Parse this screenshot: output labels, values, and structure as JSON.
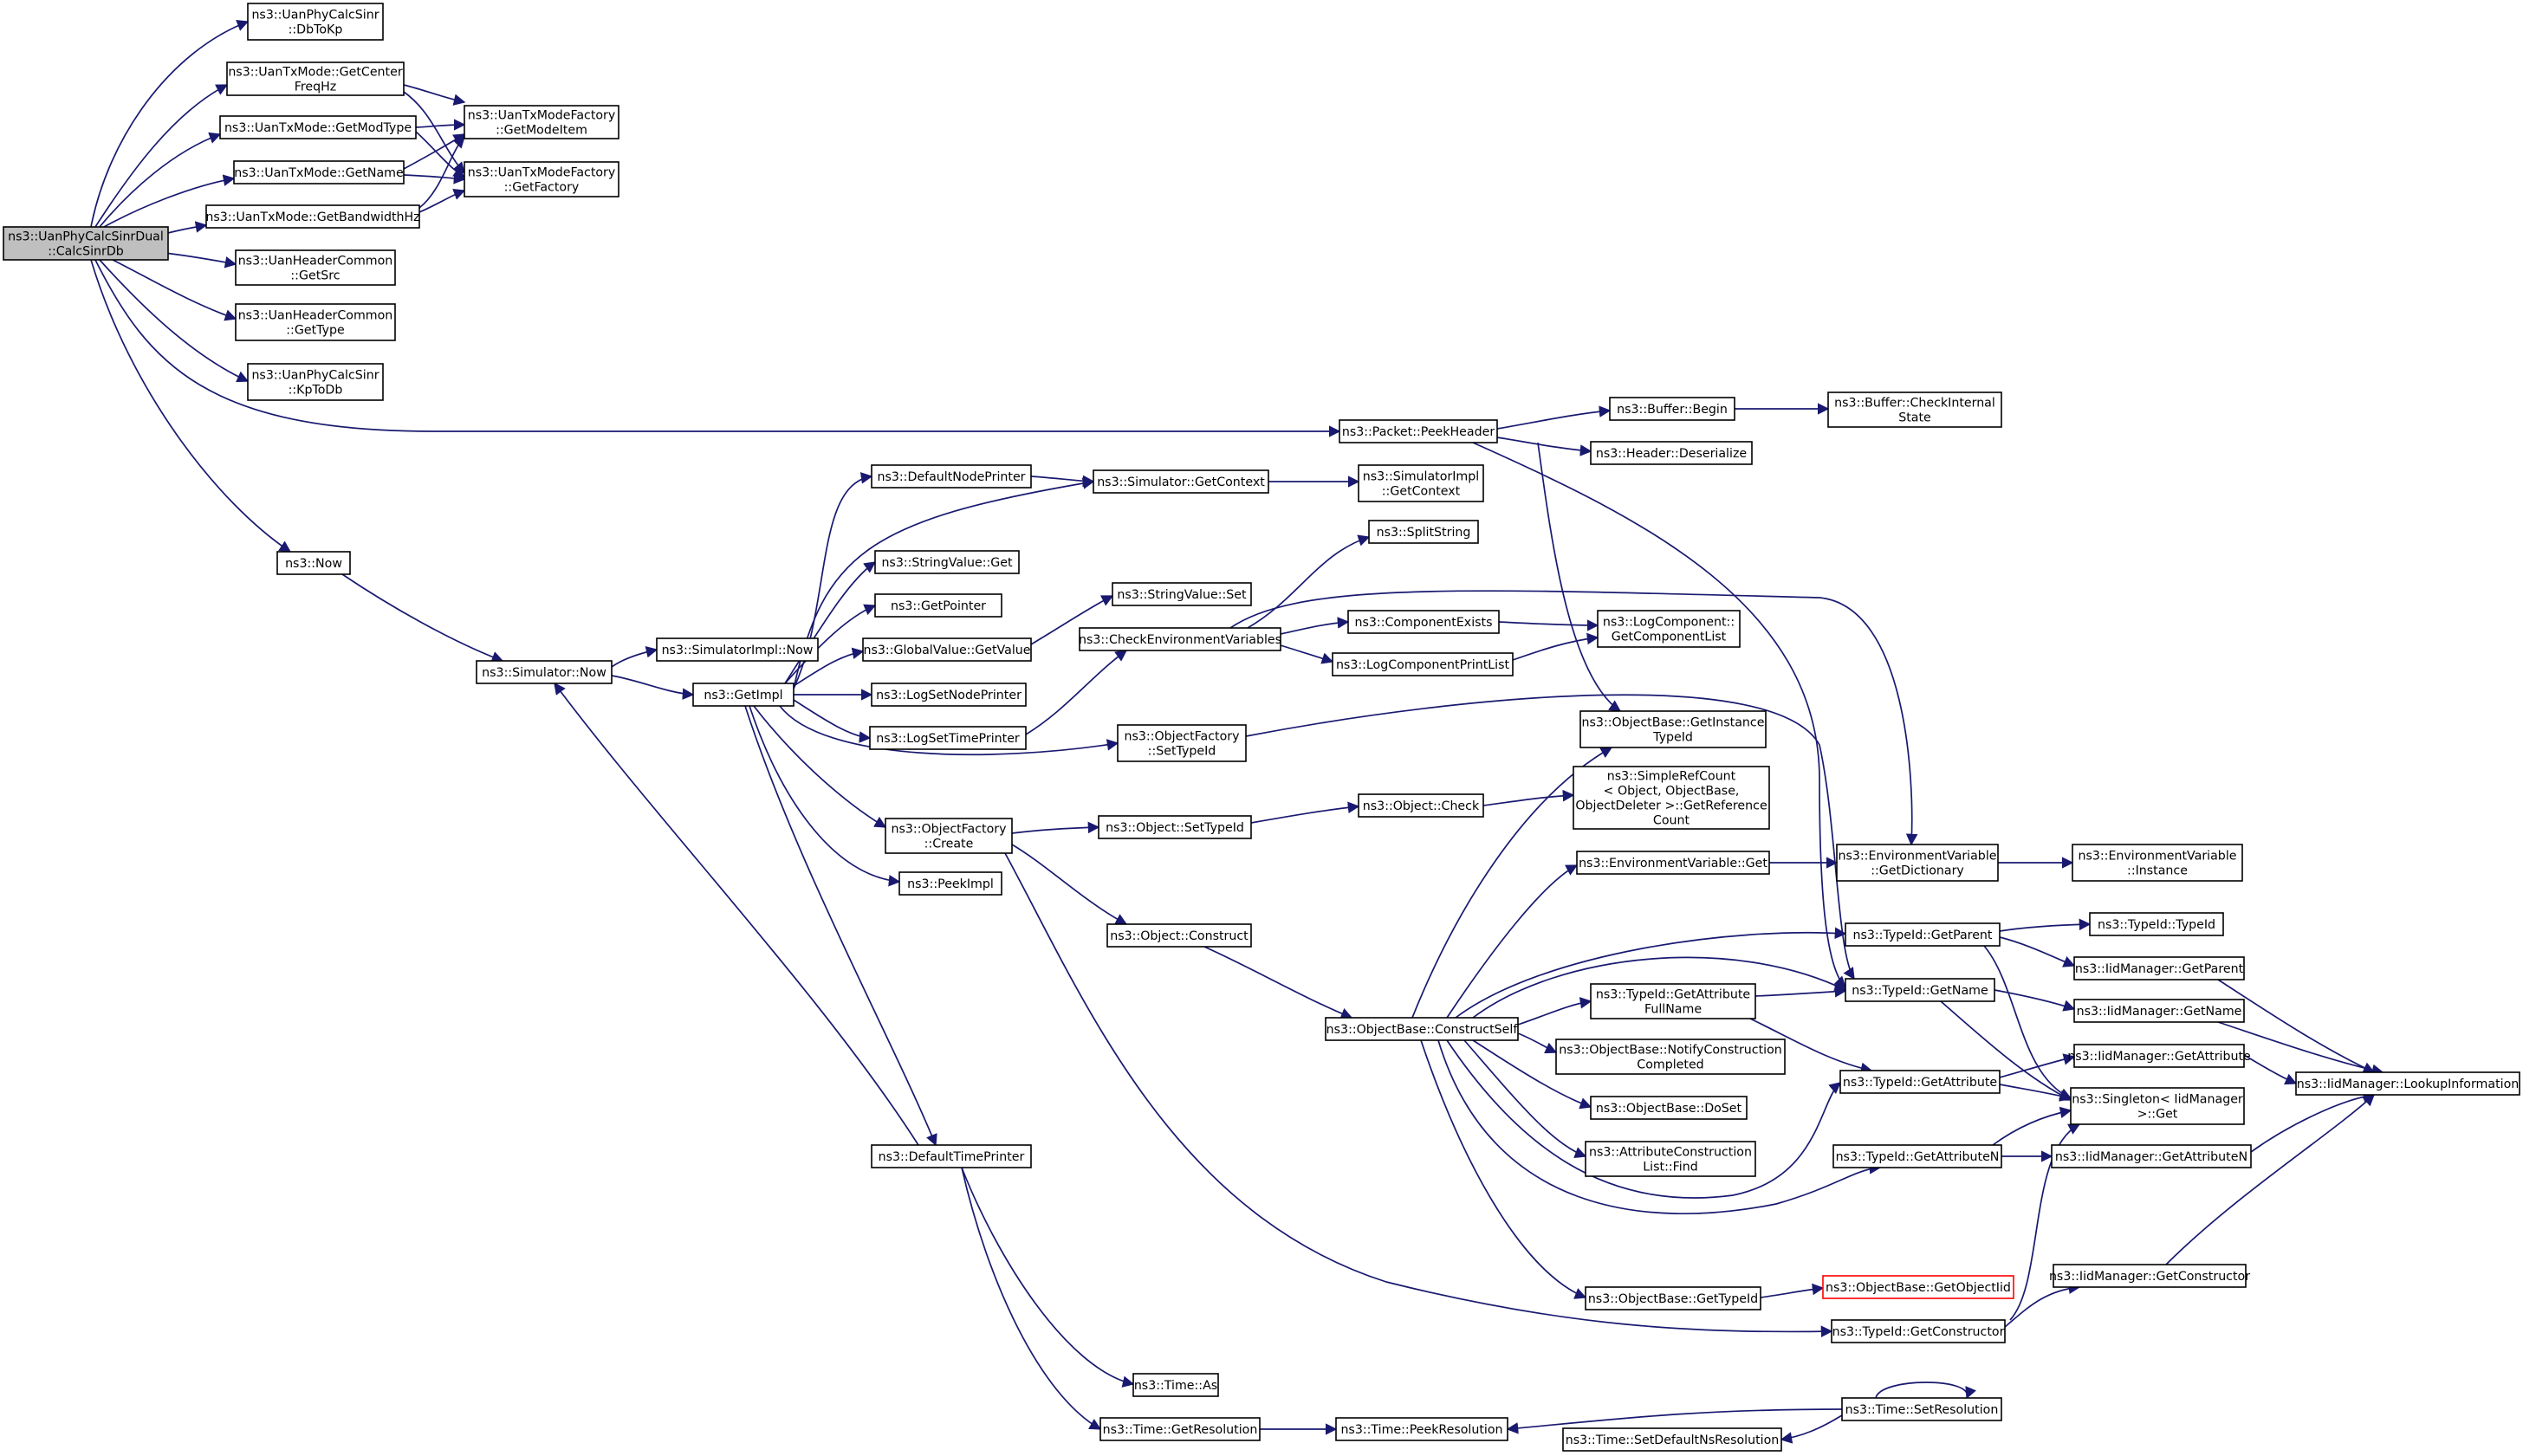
{
  "graph": {
    "root": "n0",
    "colors": {
      "edge": "#191970",
      "root_fill": "#bfbfbf",
      "node_border": "#000000",
      "missing_border": "#ff0000"
    },
    "nodes": [
      {
        "id": "n0",
        "lines": [
          "ns3::UanPhyCalcSinrDual",
          "::CalcSinrDb"
        ],
        "root": true
      },
      {
        "id": "n1",
        "lines": [
          "ns3::UanPhyCalcSinr",
          "::DbToKp"
        ]
      },
      {
        "id": "n2",
        "lines": [
          "ns3::UanTxMode::GetCenter",
          "FreqHz"
        ]
      },
      {
        "id": "n3",
        "lines": [
          "ns3::UanTxMode::GetModType"
        ]
      },
      {
        "id": "n4",
        "lines": [
          "ns3::UanTxMode::GetName"
        ]
      },
      {
        "id": "n5",
        "lines": [
          "ns3::UanTxMode::GetBandwidthHz"
        ]
      },
      {
        "id": "n6",
        "lines": [
          "ns3::UanTxModeFactory",
          "::GetModeItem"
        ]
      },
      {
        "id": "n7",
        "lines": [
          "ns3::UanTxModeFactory",
          "::GetFactory"
        ]
      },
      {
        "id": "n8",
        "lines": [
          "ns3::UanHeaderCommon",
          "::GetSrc"
        ]
      },
      {
        "id": "n9",
        "lines": [
          "ns3::UanHeaderCommon",
          "::GetType"
        ]
      },
      {
        "id": "n10",
        "lines": [
          "ns3::UanPhyCalcSinr",
          "::KpToDb"
        ]
      },
      {
        "id": "n11",
        "lines": [
          "ns3::Packet::PeekHeader"
        ]
      },
      {
        "id": "n12",
        "lines": [
          "ns3::Buffer::Begin"
        ]
      },
      {
        "id": "n13",
        "lines": [
          "ns3::Buffer::CheckInternal",
          "State"
        ]
      },
      {
        "id": "n14",
        "lines": [
          "ns3::Header::Deserialize"
        ]
      },
      {
        "id": "n15",
        "lines": [
          "ns3::Now"
        ]
      },
      {
        "id": "n16",
        "lines": [
          "ns3::Simulator::Now"
        ]
      },
      {
        "id": "n17",
        "lines": [
          "ns3::SimulatorImpl::Now"
        ]
      },
      {
        "id": "n18",
        "lines": [
          "ns3::GetImpl"
        ]
      },
      {
        "id": "n19",
        "lines": [
          "ns3::DefaultNodePrinter"
        ]
      },
      {
        "id": "n20",
        "lines": [
          "ns3::Simulator::GetContext"
        ]
      },
      {
        "id": "n21",
        "lines": [
          "ns3::SimulatorImpl",
          "::GetContext"
        ]
      },
      {
        "id": "n22",
        "lines": [
          "ns3::StringValue::Get"
        ]
      },
      {
        "id": "n23",
        "lines": [
          "ns3::GetPointer"
        ]
      },
      {
        "id": "n24",
        "lines": [
          "ns3::GlobalValue::GetValue"
        ]
      },
      {
        "id": "n25",
        "lines": [
          "ns3::LogSetNodePrinter"
        ]
      },
      {
        "id": "n26",
        "lines": [
          "ns3::LogSetTimePrinter"
        ]
      },
      {
        "id": "n27",
        "lines": [
          "ns3::StringValue::Set"
        ]
      },
      {
        "id": "n28",
        "lines": [
          "ns3::CheckEnvironmentVariables"
        ]
      },
      {
        "id": "n29",
        "lines": [
          "ns3::SplitString"
        ]
      },
      {
        "id": "n30",
        "lines": [
          "ns3::ComponentExists"
        ]
      },
      {
        "id": "n31",
        "lines": [
          "ns3::LogComponentPrintList"
        ]
      },
      {
        "id": "n32",
        "lines": [
          "ns3::LogComponent::",
          "GetComponentList"
        ]
      },
      {
        "id": "n33",
        "lines": [
          "ns3::ObjectFactory",
          "::SetTypeId"
        ]
      },
      {
        "id": "n34",
        "lines": [
          "ns3::ObjectBase::GetInstance",
          "TypeId"
        ]
      },
      {
        "id": "n35",
        "lines": [
          "ns3::ObjectFactory",
          "::Create"
        ]
      },
      {
        "id": "n36",
        "lines": [
          "ns3::Object::SetTypeId"
        ]
      },
      {
        "id": "n37",
        "lines": [
          "ns3::Object::Check"
        ]
      },
      {
        "id": "n38",
        "lines": [
          "ns3::SimpleRefCount",
          "< Object, ObjectBase,",
          "ObjectDeleter >::GetReference",
          "Count"
        ]
      },
      {
        "id": "n39",
        "lines": [
          "ns3::PeekImpl"
        ]
      },
      {
        "id": "n40",
        "lines": [
          "ns3::Object::Construct"
        ]
      },
      {
        "id": "n41",
        "lines": [
          "ns3::ObjectBase::ConstructSelf"
        ]
      },
      {
        "id": "n42",
        "lines": [
          "ns3::EnvironmentVariable::Get"
        ]
      },
      {
        "id": "n43",
        "lines": [
          "ns3::EnvironmentVariable",
          "::GetDictionary"
        ]
      },
      {
        "id": "n44",
        "lines": [
          "ns3::EnvironmentVariable",
          "::Instance"
        ]
      },
      {
        "id": "n45",
        "lines": [
          "ns3::TypeId::GetParent"
        ]
      },
      {
        "id": "n46",
        "lines": [
          "ns3::TypeId::TypeId"
        ]
      },
      {
        "id": "n47",
        "lines": [
          "ns3::IidManager::GetParent"
        ]
      },
      {
        "id": "n48",
        "lines": [
          "ns3::TypeId::GetName"
        ]
      },
      {
        "id": "n49",
        "lines": [
          "ns3::IidManager::GetName"
        ]
      },
      {
        "id": "n50",
        "lines": [
          "ns3::TypeId::GetAttribute",
          "FullName"
        ]
      },
      {
        "id": "n51",
        "lines": [
          "ns3::ObjectBase::NotifyConstruction",
          "Completed"
        ]
      },
      {
        "id": "n52",
        "lines": [
          "ns3::IidManager::GetAttribute"
        ]
      },
      {
        "id": "n53",
        "lines": [
          "ns3::TypeId::GetAttribute"
        ]
      },
      {
        "id": "n54",
        "lines": [
          "ns3::Singleton< IidManager",
          ">::Get"
        ]
      },
      {
        "id": "n55",
        "lines": [
          "ns3::IidManager::LookupInformation"
        ]
      },
      {
        "id": "n56",
        "lines": [
          "ns3::ObjectBase::DoSet"
        ]
      },
      {
        "id": "n57",
        "lines": [
          "ns3::DefaultTimePrinter"
        ]
      },
      {
        "id": "n58",
        "lines": [
          "ns3::AttributeConstruction",
          "List::Find"
        ]
      },
      {
        "id": "n59",
        "lines": [
          "ns3::TypeId::GetAttributeN"
        ]
      },
      {
        "id": "n60",
        "lines": [
          "ns3::IidManager::GetAttributeN"
        ]
      },
      {
        "id": "n61",
        "lines": [
          "ns3::IidManager::GetConstructor"
        ]
      },
      {
        "id": "n62",
        "lines": [
          "ns3::ObjectBase::GetTypeId"
        ]
      },
      {
        "id": "n63",
        "lines": [
          "ns3::ObjectBase::GetObjectIid"
        ],
        "missing": true
      },
      {
        "id": "n64",
        "lines": [
          "ns3::TypeId::GetConstructor"
        ]
      },
      {
        "id": "n65",
        "lines": [
          "ns3::Time::As"
        ]
      },
      {
        "id": "n66",
        "lines": [
          "ns3::Time::GetResolution"
        ]
      },
      {
        "id": "n67",
        "lines": [
          "ns3::Time::PeekResolution"
        ]
      },
      {
        "id": "n68",
        "lines": [
          "ns3::Time::SetResolution"
        ]
      },
      {
        "id": "n69",
        "lines": [
          "ns3::Time::SetDefaultNsResolution"
        ]
      }
    ],
    "edges": [
      [
        "n0",
        "n1"
      ],
      [
        "n0",
        "n2"
      ],
      [
        "n0",
        "n3"
      ],
      [
        "n0",
        "n4"
      ],
      [
        "n0",
        "n5"
      ],
      [
        "n0",
        "n8"
      ],
      [
        "n0",
        "n9"
      ],
      [
        "n0",
        "n10"
      ],
      [
        "n0",
        "n11"
      ],
      [
        "n0",
        "n15"
      ],
      [
        "n2",
        "n6"
      ],
      [
        "n2",
        "n7"
      ],
      [
        "n3",
        "n6"
      ],
      [
        "n3",
        "n7"
      ],
      [
        "n4",
        "n6"
      ],
      [
        "n4",
        "n7"
      ],
      [
        "n5",
        "n6"
      ],
      [
        "n5",
        "n7"
      ],
      [
        "n11",
        "n12"
      ],
      [
        "n11",
        "n14"
      ],
      [
        "n11",
        "n34"
      ],
      [
        "n11",
        "n48"
      ],
      [
        "n12",
        "n13"
      ],
      [
        "n15",
        "n16"
      ],
      [
        "n16",
        "n17"
      ],
      [
        "n16",
        "n18"
      ],
      [
        "n18",
        "n19"
      ],
      [
        "n18",
        "n20"
      ],
      [
        "n18",
        "n22"
      ],
      [
        "n18",
        "n23"
      ],
      [
        "n18",
        "n24"
      ],
      [
        "n18",
        "n25"
      ],
      [
        "n18",
        "n26"
      ],
      [
        "n18",
        "n33"
      ],
      [
        "n18",
        "n35"
      ],
      [
        "n18",
        "n39"
      ],
      [
        "n18",
        "n57"
      ],
      [
        "n19",
        "n20"
      ],
      [
        "n20",
        "n21"
      ],
      [
        "n24",
        "n27"
      ],
      [
        "n26",
        "n28"
      ],
      [
        "n28",
        "n29"
      ],
      [
        "n28",
        "n30"
      ],
      [
        "n28",
        "n31"
      ],
      [
        "n28",
        "n43"
      ],
      [
        "n30",
        "n32"
      ],
      [
        "n31",
        "n32"
      ],
      [
        "n33",
        "n48"
      ],
      [
        "n35",
        "n36"
      ],
      [
        "n35",
        "n40"
      ],
      [
        "n35",
        "n64"
      ],
      [
        "n36",
        "n37"
      ],
      [
        "n37",
        "n38"
      ],
      [
        "n40",
        "n41"
      ],
      [
        "n41",
        "n34"
      ],
      [
        "n41",
        "n42"
      ],
      [
        "n41",
        "n45"
      ],
      [
        "n41",
        "n48"
      ],
      [
        "n41",
        "n50"
      ],
      [
        "n41",
        "n51"
      ],
      [
        "n41",
        "n53"
      ],
      [
        "n41",
        "n56"
      ],
      [
        "n41",
        "n58"
      ],
      [
        "n41",
        "n59"
      ],
      [
        "n41",
        "n62"
      ],
      [
        "n42",
        "n43"
      ],
      [
        "n43",
        "n44"
      ],
      [
        "n45",
        "n46"
      ],
      [
        "n45",
        "n47"
      ],
      [
        "n45",
        "n54"
      ],
      [
        "n47",
        "n55"
      ],
      [
        "n48",
        "n49"
      ],
      [
        "n48",
        "n54"
      ],
      [
        "n49",
        "n55"
      ],
      [
        "n50",
        "n48"
      ],
      [
        "n50",
        "n53"
      ],
      [
        "n53",
        "n52"
      ],
      [
        "n53",
        "n54"
      ],
      [
        "n52",
        "n55"
      ],
      [
        "n59",
        "n54"
      ],
      [
        "n59",
        "n60"
      ],
      [
        "n60",
        "n55"
      ],
      [
        "n62",
        "n63"
      ],
      [
        "n64",
        "n54"
      ],
      [
        "n64",
        "n61"
      ],
      [
        "n61",
        "n55"
      ],
      [
        "n57",
        "n16"
      ],
      [
        "n57",
        "n65"
      ],
      [
        "n57",
        "n66"
      ],
      [
        "n66",
        "n67"
      ],
      [
        "n68",
        "n67"
      ],
      [
        "n68",
        "n68"
      ],
      [
        "n68",
        "n69"
      ]
    ]
  }
}
